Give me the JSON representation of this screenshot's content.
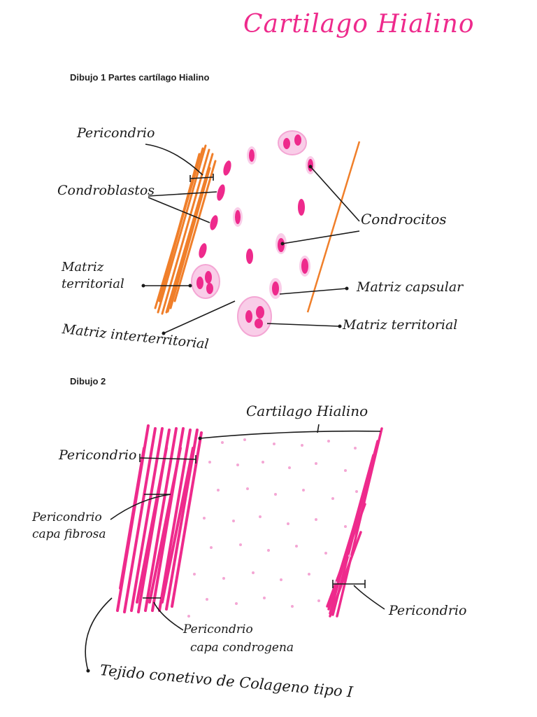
{
  "title": "Cartilago Hialino",
  "drawing1": {
    "caption": "Dibujo 1  Partes cartílago Hialino",
    "labels": {
      "pericondrio": "Pericondrio",
      "condroblastos": "Condroblastos",
      "matriz_territorial_left_1": "Matriz",
      "matriz_territorial_left_2": "territorial",
      "matriz_interterritorial": "Matriz interterritorial",
      "condrocitos": "Condrocitos",
      "matriz_capsular": "Matriz capsular",
      "matriz_territorial_right": "Matriz territorial"
    }
  },
  "drawing2": {
    "caption": "Dibujo 2",
    "labels": {
      "cartilago_hialino": "Cartilago Hialino",
      "pericondrio_top": "Pericondrio",
      "pericondrio_fibrosa_1": "Pericondrio",
      "pericondrio_fibrosa_2": "capa fibrosa",
      "pericondrio_right": "Pericondrio",
      "pericondrio_condrogena_1": "Pericondrio",
      "pericondrio_condrogena_2": "capa condrogena",
      "tejido": "Tejido conetivo de Colageno tipo I"
    }
  },
  "colors": {
    "magenta": "#ee2a8c",
    "orange": "#f07f2a",
    "light_pink": "#f4a6d4",
    "ink": "#1a1a1a"
  }
}
